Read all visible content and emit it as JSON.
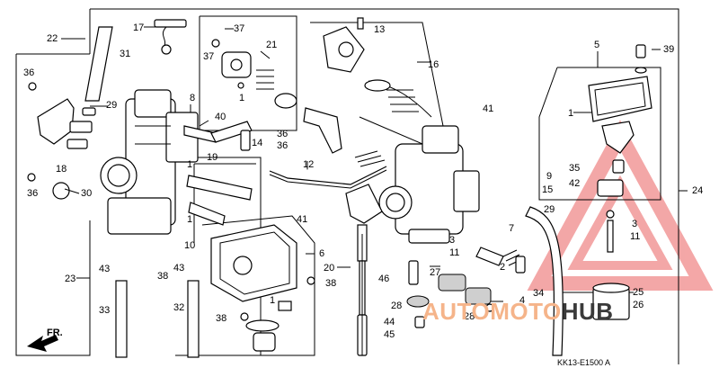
{
  "diagram_code": "KK13-E1500 A",
  "front_label": "FR.",
  "watermark": {
    "word1": "AUTO",
    "word2": "MOTO",
    "word3": "HUB",
    "accent_color": "#f08a8a",
    "text_color": "#f5b48a",
    "dark_color": "#3a3a3a"
  },
  "callouts": {
    "n1a": "1",
    "n1b": "1",
    "n1c": "1",
    "n1d": "1",
    "n1e": "1",
    "n2": "2",
    "n3a": "3",
    "n3b": "3",
    "n4": "4",
    "n5": "5",
    "n6": "6",
    "n7": "7",
    "n8": "8",
    "n9": "9",
    "n10": "10",
    "n11a": "11",
    "n11b": "11",
    "n12": "12",
    "n13": "13",
    "n14": "14",
    "n15": "15",
    "n16": "16",
    "n17": "17",
    "n18": "18",
    "n19": "19",
    "n20": "20",
    "n21": "21",
    "n22": "22",
    "n23": "23",
    "n24": "24",
    "n25": "25",
    "n26": "26",
    "n27": "27",
    "n28a": "28",
    "n28b": "28",
    "n29a": "29",
    "n29b": "29",
    "n30": "30",
    "n31": "31",
    "n32": "32",
    "n33": "33",
    "n34": "34",
    "n35": "35",
    "n36a": "36",
    "n36b": "36",
    "n36c": "36",
    "n36d": "36",
    "n37a": "37",
    "n37b": "37",
    "n38a": "38",
    "n38b": "38",
    "n38c": "38",
    "n39": "39",
    "n40": "40",
    "n41a": "41",
    "n41b": "41",
    "n42": "42",
    "n43a": "43",
    "n43b": "43",
    "n44": "44",
    "n45": "45",
    "n46": "46"
  }
}
